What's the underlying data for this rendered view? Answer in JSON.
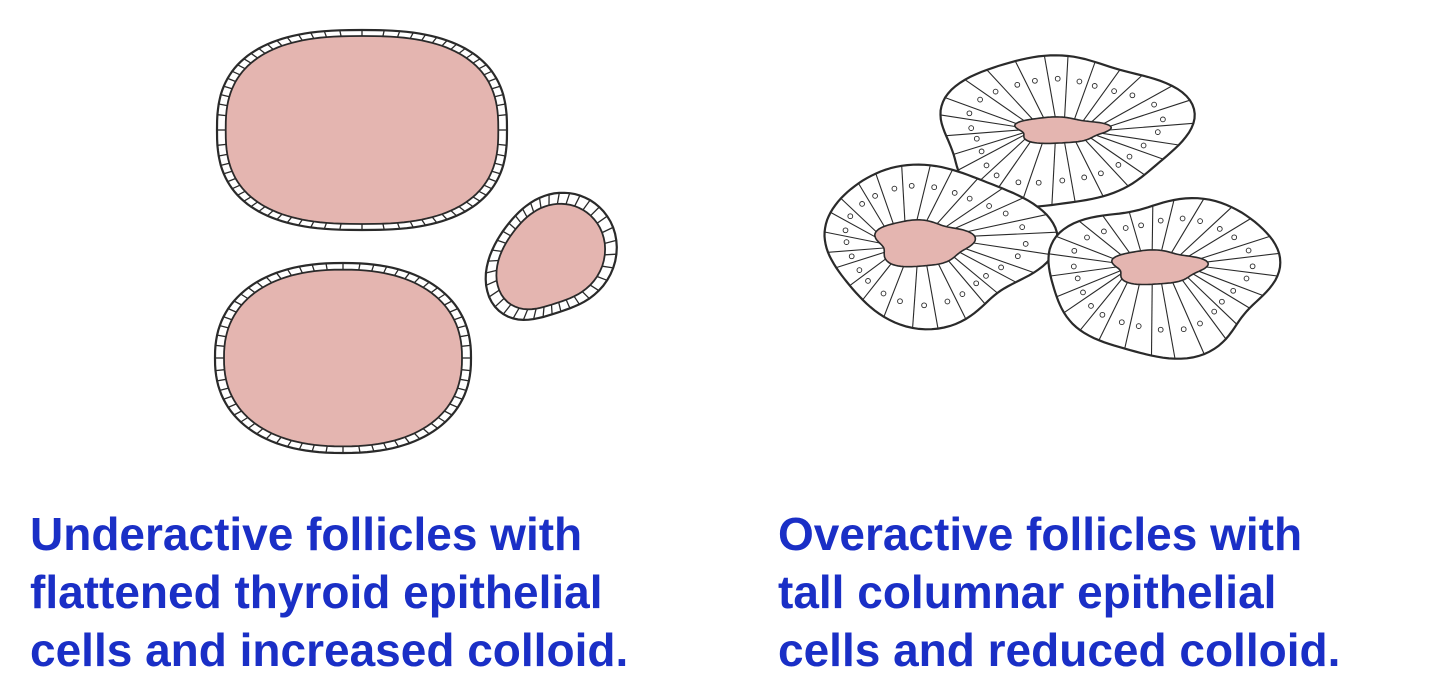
{
  "colors": {
    "colloid": "#e4b5b0",
    "outline": "#2a2a2a",
    "cell_fill": "#ffffff",
    "caption": "#1a2fc6"
  },
  "panels": {
    "underactive": {
      "caption_lines": [
        "Underactive follicles with",
        "flattened thyroid epithelial",
        "cells and increased colloid."
      ]
    },
    "overactive": {
      "caption_lines": [
        "Overactive follicles with",
        "tall columnar epithelial",
        "cells and reduced colloid."
      ]
    }
  }
}
